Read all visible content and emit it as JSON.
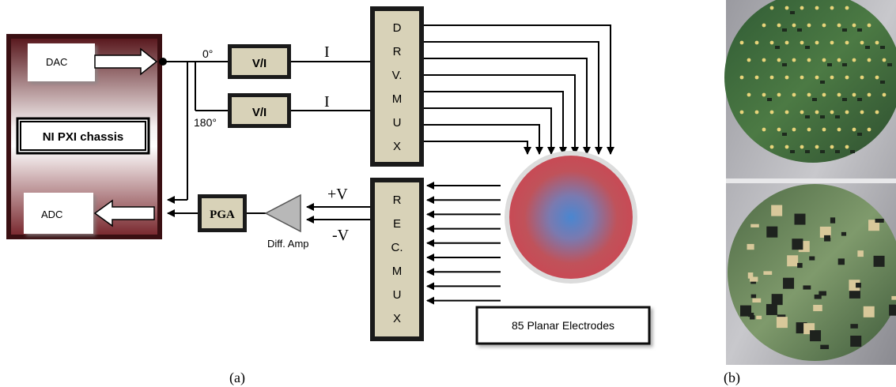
{
  "blocks": {
    "dac": "DAC",
    "adc": "ADC",
    "chassis": "NI PXI chassis",
    "vi_top": "V/I",
    "vi_bottom": "V/I",
    "pga": "PGA",
    "electrodes": "85 Planar Electrodes"
  },
  "phase": {
    "zero": "0°",
    "one_eighty": "180°"
  },
  "currents": {
    "top": "I",
    "bottom": "I"
  },
  "voltages": {
    "plus": "+V",
    "minus": "-V"
  },
  "amplifier": "Diff. Amp",
  "drv_mux_letters": [
    "D",
    "R",
    "V.",
    "M",
    "U",
    "X"
  ],
  "rec_mux_letters": [
    "R",
    "E",
    "C.",
    "M",
    "U",
    "X"
  ],
  "captions": {
    "a": "(a)",
    "b": "(b)"
  },
  "colors": {
    "chassis_frame": "#5a1a1f",
    "chassis_gradient_light": "#ffffff",
    "block_fill": "#d8d2b8",
    "electrode_outer": "#c84a55",
    "electrode_inner": "#4a86d0",
    "diff_amp": "#b8b8b8",
    "pcb_green": "#3f6a3a"
  }
}
